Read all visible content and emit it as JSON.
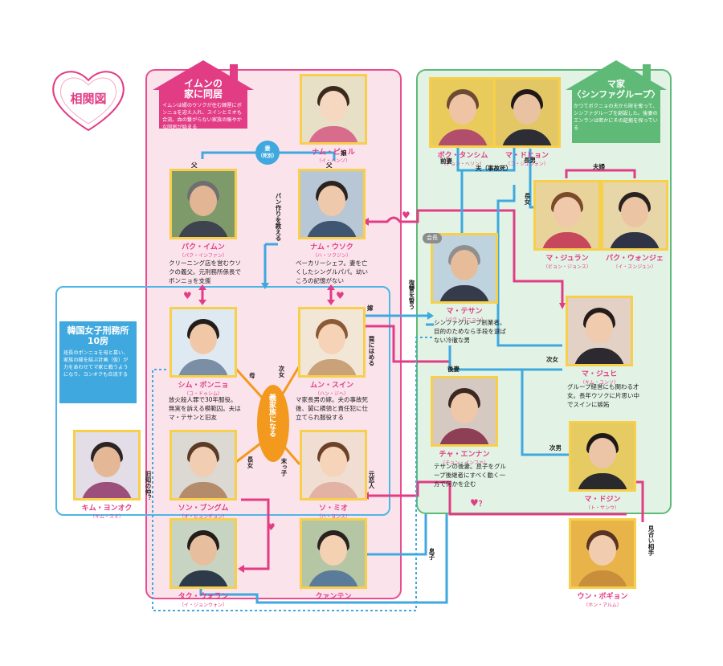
{
  "title": "相関図",
  "houses": {
    "imun": {
      "title_line1": "イムンの",
      "title_line2": "家に同居",
      "desc": "イムンは婿のウソクが住む韓屋にボンニョを迎え入れ、スインとミオも合流。血の繋がらない家族の賑やかな同居が始まる"
    },
    "ma": {
      "title_line1": "マ家",
      "title_line2": "〈シンファグループ〉",
      "desc": "かつてボクニョの夫から財を奪って、シンファグループを創設した。後妻のエンランは密かにその証拠を探っている"
    }
  },
  "prison": {
    "title_line1": "韓国女子刑務所",
    "title_line2": "10房",
    "desc": "班長のボンニョを母と慕い、家族の縁を結ぶ計画（仮）が力をあわせてマ家と戦うようになり、ヨンオクも合流する"
  },
  "characters": {
    "pil": {
      "name": "ナム・ピョル",
      "actor": "（イ・ハンソ）"
    },
    "imun": {
      "name": "パク・イムン",
      "actor": "（パク・インファン）",
      "desc": "クリーニング店を営むウソクの義父。元刑務所係長でボンニョを支援"
    },
    "usok": {
      "name": "ナム・ウソク",
      "actor": "（ハ・ソクジン）",
      "desc": "ベーカリーシェフ。妻を亡くしたシングルパパ。幼いころの記憶がない"
    },
    "bonnyo": {
      "name": "シム・ボンニョ",
      "actor": "（コ・ドゥシム）",
      "desc": "放火殺人罪で30年服役。無実を訴える模範囚。夫はマ・テサンと旧友"
    },
    "suin": {
      "name": "ムン・スイン",
      "actor": "（ハン・ジヘ）",
      "desc": "マ家長男の嫁。夫の事故死後、舅に横領と責任犯に仕立てられ服役する"
    },
    "bungum": {
      "name": "ソン・ブングム",
      "actor": "（オ・ヒョンギョン）"
    },
    "mio": {
      "name": "ソ・ミオ",
      "actor": "（ハ・ヨンス）"
    },
    "yonok": {
      "name": "キム・ヨンオク",
      "actor": "（キム・スミ）"
    },
    "woran": {
      "name": "タク・ウォラン",
      "actor": "（イ・ジョンウォン）"
    },
    "kuntn": {
      "name": "クァンテン",
      "actor": ""
    },
    "boksim": {
      "name": "ボク・タンシム",
      "actor": "（チョン・ヘソン）"
    },
    "dohyon": {
      "name": "マ・ドヒョン",
      "actor": "（コ・ジュウォン）"
    },
    "juran": {
      "name": "マ・ジュラン",
      "actor": "（ビョン・ジョンス）"
    },
    "woje": {
      "name": "パク・ウォンジェ",
      "actor": "（イ・スンジュン）"
    },
    "tesan": {
      "name": "マ・テサン",
      "actor": "（パク・クニョン）",
      "desc": "シンファグループ創業者。目的のためなら手段を選ばない冷徹な男"
    },
    "juhi": {
      "name": "マ・ジュヒ",
      "actor": "（キム・ユンソ）",
      "desc": "グループ経営にも関わる才女。長年ウソクに片思い中でスインに嫉妬"
    },
    "enran": {
      "name": "チャ・エンナン",
      "actor": "（チョン・インファ）",
      "desc": "テサンの後妻。息子をグループ後継者にすべく動く一方で何かを企む"
    },
    "dojin": {
      "name": "マ・ドジン",
      "actor": "（ト・サンウ）"
    },
    "bogyon": {
      "name": "ウン・ボギョン",
      "actor": "（ホン・アルム）"
    }
  },
  "labels": {
    "tsuma": "妻",
    "shibetsu": "（死別）",
    "musume": "娘",
    "chichi1": "父",
    "chichi2": "父",
    "pan": "パン作りを教える",
    "yome": "嫁",
    "kaicho": "会長",
    "fukushu": "復讐を誓う",
    "wana": "罠にはめる",
    "haha": "母",
    "jijo": "次女",
    "chojo": "長女",
    "suenoko": "末っ子",
    "gikazoku": "義家族になる",
    "motokoibito": "元恋人",
    "musuko": "息子",
    "kyuchi": "旧知の仲？",
    "zensai": "前妻",
    "otto": "夫（事故死）",
    "chonan": "長男",
    "fufu": "夫婦",
    "chojo_ma": "長女",
    "gosai": "後妻",
    "jijo_ma": "次女",
    "jinan": "次男",
    "miai": "見合い相手",
    "heart_q": "？"
  },
  "colors": {
    "pink": "#e23c85",
    "blue": "#3fa8df",
    "green": "#5fba77",
    "orange": "#f39a1e",
    "gold": "#f7cf4a"
  }
}
